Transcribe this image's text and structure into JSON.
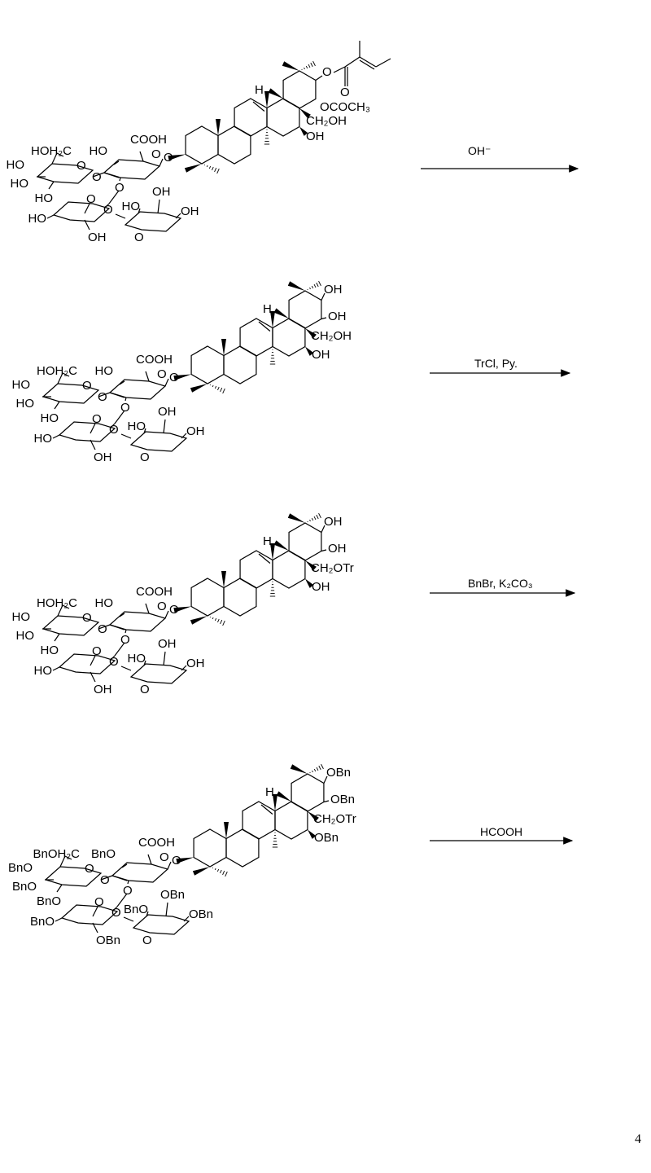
{
  "atom_O": "O",
  "structures": [
    {
      "name": "starting-saponin",
      "top_labels": [
        "O",
        "O",
        "H",
        "OCOCH₃",
        "CH₂OH",
        "OH"
      ],
      "sugar_labels": [
        "HOH₂C",
        "HO",
        "HO",
        "HO",
        "O",
        "O",
        "HO",
        "COOH",
        "O",
        "O",
        "O",
        "O",
        "O",
        "HO",
        "OH",
        "HO",
        "OH",
        "OH",
        "O"
      ],
      "ester": true
    },
    {
      "name": "hydrolysed-saponin",
      "top_labels": [
        "OH",
        "OH",
        "H",
        "CH₂OH",
        "OH"
      ],
      "sugar_labels": [
        "HOH₂C",
        "HO",
        "HO",
        "HO",
        "O",
        "O",
        "HO",
        "COOH",
        "O",
        "O",
        "O",
        "O",
        "O",
        "HO",
        "OH",
        "HO",
        "OH",
        "OH",
        "O"
      ],
      "ester": false
    },
    {
      "name": "tritylated-saponin",
      "top_labels": [
        "OH",
        "OH",
        "H",
        "CH₂OTr",
        "OH"
      ],
      "sugar_labels": [
        "HOH₂C",
        "HO",
        "HO",
        "HO",
        "O",
        "O",
        "HO",
        "COOH",
        "O",
        "O",
        "O",
        "O",
        "O",
        "HO",
        "OH",
        "HO",
        "OH",
        "OH",
        "O"
      ],
      "ester": false
    },
    {
      "name": "benzylated-saponin",
      "top_labels": [
        "OBn",
        "OBn",
        "H",
        "CH₂OTr",
        "OBn"
      ],
      "sugar_labels": [
        "BnOH₂C",
        "BnO",
        "BnO",
        "BnO",
        "O",
        "O",
        "BnO",
        "COOH",
        "O",
        "O",
        "O",
        "O",
        "O",
        "BnO",
        "OBn",
        "BnO",
        "OBn",
        "OBn",
        "O"
      ],
      "ester": false
    }
  ],
  "arrows": [
    {
      "reagent": "OH⁻"
    },
    {
      "reagent": "TrCl, Py."
    },
    {
      "reagent": "BnBr, K₂CO₃"
    },
    {
      "reagent": "HCOOH"
    }
  ],
  "page_number": "4"
}
